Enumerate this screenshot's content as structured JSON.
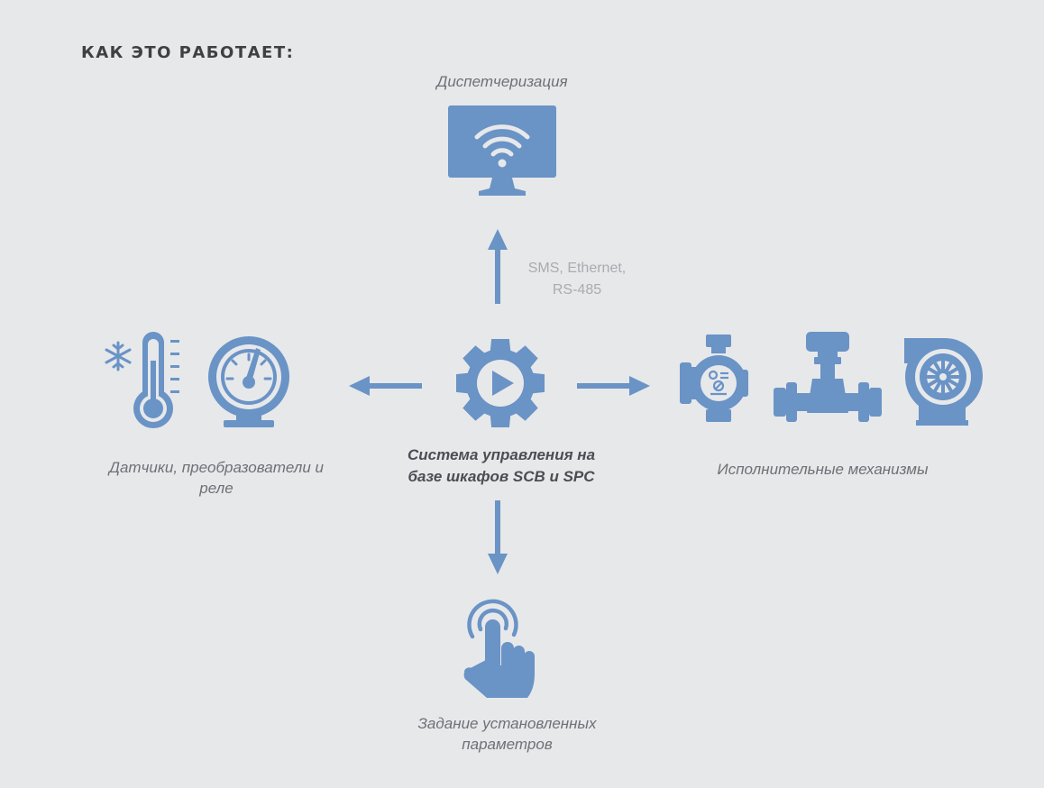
{
  "heading": "КАК ЭТО РАБОТАЕТ:",
  "colors": {
    "accent": "#6a93c6",
    "background": "#e7e8ea"
  },
  "nodes": {
    "top": {
      "label": "Диспетчеризация",
      "icon": "monitor-wifi-icon"
    },
    "center": {
      "label_line1": "Система управления на",
      "label_line2": "базе шкафов SCB и SPC",
      "icon": "gear-play-icon"
    },
    "left": {
      "label_line1": "Датчики, преобразователи и",
      "label_line2": "реле",
      "icons": [
        "thermometer-snowflake-icon",
        "pressure-gauge-icon"
      ]
    },
    "right": {
      "label": "Исполнительные механизмы",
      "icons": [
        "circulation-pump-icon",
        "valve-actuator-icon",
        "centrifugal-fan-icon"
      ]
    },
    "bottom": {
      "label_line1": "Задание установленных",
      "label_line2": "параметров",
      "icon": "touch-hand-icon"
    }
  },
  "channel": {
    "line1": "SMS, Ethernet,",
    "line2": "RS-485"
  }
}
